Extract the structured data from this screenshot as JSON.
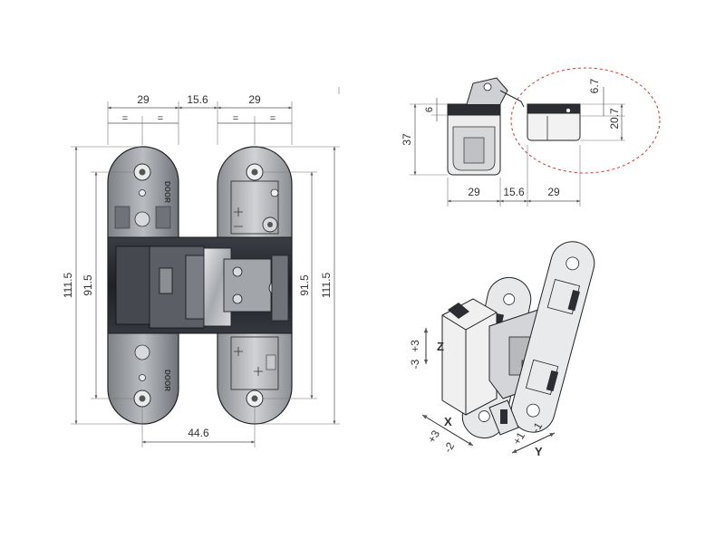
{
  "front_view": {
    "dims": {
      "top_left": "29",
      "top_mid": "15.6",
      "top_right": "29",
      "eq1": "=",
      "eq2": "=",
      "eq3": "=",
      "eq4": "=",
      "left_outer": "111.5",
      "left_inner": "91.5",
      "right_inner": "91.5",
      "right_outer": "111.5",
      "bottom": "44.6"
    },
    "label_door_top": "DOOR",
    "label_door_bottom": "DOOR"
  },
  "side_view": {
    "dims": {
      "height_left": "37",
      "small_left": "6",
      "right_small": "6.7",
      "right_large": "20.7",
      "bottom_left": "29",
      "bottom_mid": "15.6",
      "bottom_right": "29"
    }
  },
  "iso_view": {
    "z_plus": "+3",
    "z_minus": "-3",
    "z_label": "Z",
    "x_label": "X",
    "x_plus": "+3",
    "x_minus": "-2",
    "y_label": "Y",
    "y_plus": "+1",
    "y_minus": "-1"
  },
  "colors": {
    "body_dark": "#2b2d33",
    "plate": "#9a9da3",
    "plate_light": "#c8cacd",
    "callout": "#e03030"
  }
}
